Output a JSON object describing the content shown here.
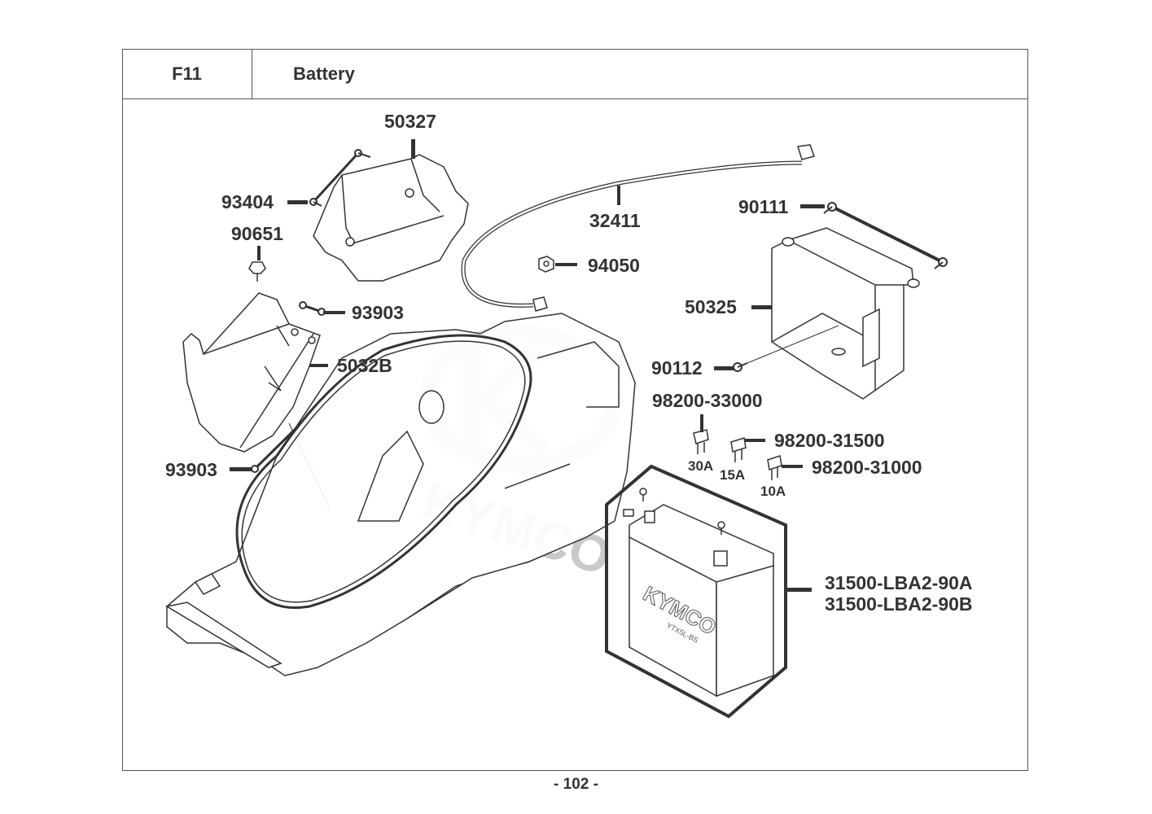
{
  "header": {
    "section_code": "F11",
    "section_title": "Battery"
  },
  "watermark": {
    "brand": "KYMCO"
  },
  "parts": [
    {
      "id": "frame-cover",
      "number": "50327"
    },
    {
      "id": "screw-cover",
      "number": "93404"
    },
    {
      "id": "clip",
      "number": "90651"
    },
    {
      "id": "cable",
      "number": "32411"
    },
    {
      "id": "nut",
      "number": "94050"
    },
    {
      "id": "bolt-upper",
      "number": "90111"
    },
    {
      "id": "battery-case",
      "number": "50325"
    },
    {
      "id": "screw-upper",
      "number": "93903"
    },
    {
      "id": "side-cover",
      "number": "5032B"
    },
    {
      "id": "screw-lower",
      "number": "93903"
    },
    {
      "id": "bolt-lower",
      "number": "90112"
    },
    {
      "id": "fuse-30a",
      "number": "98200-33000",
      "rating": "30A"
    },
    {
      "id": "fuse-15a",
      "number": "98200-31500",
      "rating": "15A"
    },
    {
      "id": "fuse-10a",
      "number": "98200-31000",
      "rating": "10A"
    },
    {
      "id": "battery",
      "number": "31500-LBA2-90A",
      "number_alt": "31500-LBA2-90B"
    }
  ],
  "battery_label": {
    "brand": "KYMCO",
    "model": "YTX5L-BS"
  },
  "footer": {
    "page_number": "- 102 -"
  }
}
